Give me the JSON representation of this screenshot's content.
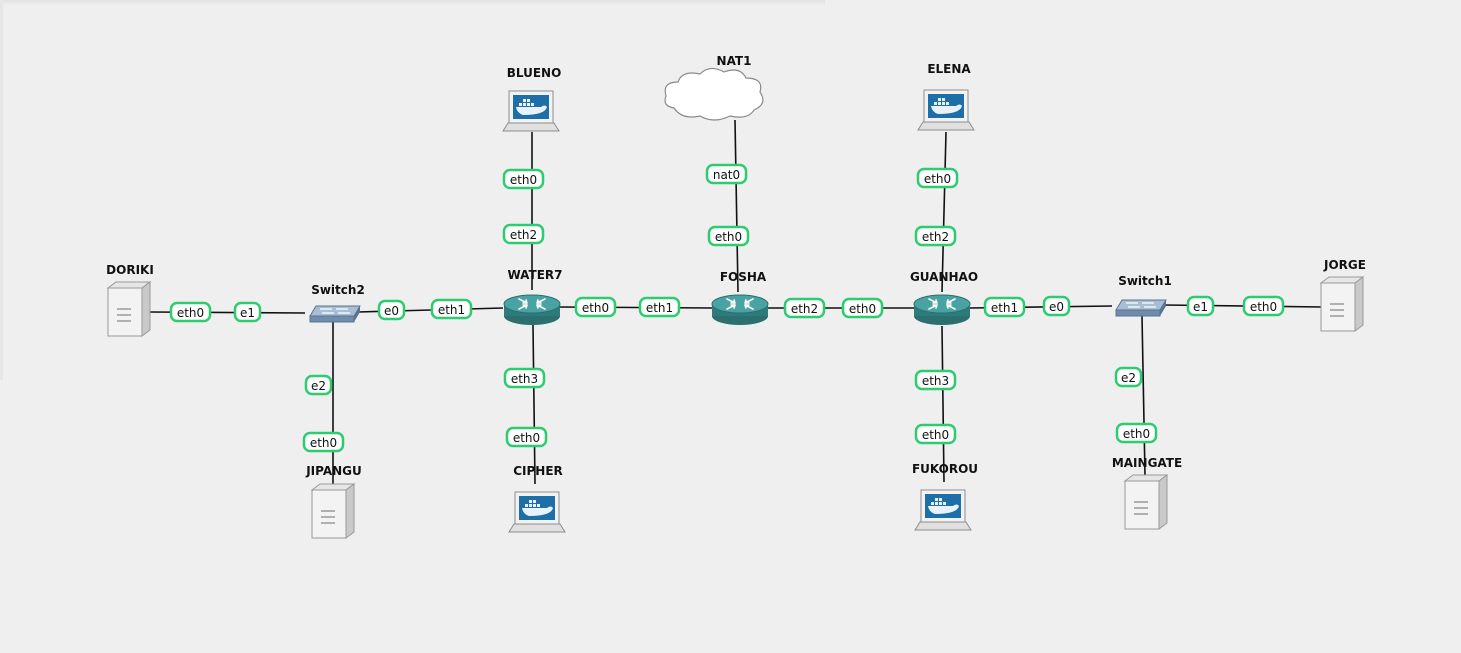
{
  "nodes": {
    "nat1": {
      "label": "NAT1",
      "type": "cloud"
    },
    "blueno": {
      "label": "BLUENO",
      "type": "docker-host"
    },
    "elena": {
      "label": "ELENA",
      "type": "docker-host"
    },
    "cipher": {
      "label": "CIPHER",
      "type": "docker-host"
    },
    "fukorou": {
      "label": "FUKOROU",
      "type": "docker-host"
    },
    "water7": {
      "label": "WATER7",
      "type": "router"
    },
    "fosha": {
      "label": "FOSHA",
      "type": "router"
    },
    "guanhao": {
      "label": "GUANHAO",
      "type": "router"
    },
    "switch2": {
      "label": "Switch2",
      "type": "switch"
    },
    "switch1": {
      "label": "Switch1",
      "type": "switch"
    },
    "doriki": {
      "label": "DORIKI",
      "type": "server"
    },
    "jipangu": {
      "label": "JIPANGU",
      "type": "server"
    },
    "jorge": {
      "label": "JORGE",
      "type": "server"
    },
    "maingate": {
      "label": "MAINGATE",
      "type": "server"
    }
  },
  "ports": {
    "doriki_eth0": "eth0",
    "switch2_e1": "e1",
    "switch2_e0": "e0",
    "water7_eth1": "eth1",
    "switch2_e2": "e2",
    "jipangu_eth0": "eth0",
    "blueno_eth0": "eth0",
    "water7_eth2": "eth2",
    "water7_eth0": "eth0",
    "fosha_eth1": "eth1",
    "water7_eth3": "eth3",
    "cipher_eth0": "eth0",
    "nat1_nat0": "nat0",
    "fosha_eth0": "eth0",
    "fosha_eth2": "eth2",
    "guanhao_eth0": "eth0",
    "elena_eth0": "eth0",
    "guanhao_eth2": "eth2",
    "guanhao_eth1": "eth1",
    "switch1_e0": "e0",
    "guanhao_eth3": "eth3",
    "fukorou_eth0": "eth0",
    "switch1_e1": "e1",
    "jorge_eth0": "eth0",
    "switch1_e2": "e2",
    "maingate_eth0": "eth0"
  },
  "links": [
    {
      "from": "DORIKI",
      "from_port": "eth0",
      "to": "Switch2",
      "to_port": "e1"
    },
    {
      "from": "Switch2",
      "from_port": "e0",
      "to": "WATER7",
      "to_port": "eth1"
    },
    {
      "from": "Switch2",
      "from_port": "e2",
      "to": "JIPANGU",
      "to_port": "eth0"
    },
    {
      "from": "BLUENO",
      "from_port": "eth0",
      "to": "WATER7",
      "to_port": "eth2"
    },
    {
      "from": "WATER7",
      "from_port": "eth0",
      "to": "FOSHA",
      "to_port": "eth1"
    },
    {
      "from": "WATER7",
      "from_port": "eth3",
      "to": "CIPHER",
      "to_port": "eth0"
    },
    {
      "from": "NAT1",
      "from_port": "nat0",
      "to": "FOSHA",
      "to_port": "eth0"
    },
    {
      "from": "FOSHA",
      "from_port": "eth2",
      "to": "GUANHAO",
      "to_port": "eth0"
    },
    {
      "from": "ELENA",
      "from_port": "eth0",
      "to": "GUANHAO",
      "to_port": "eth2"
    },
    {
      "from": "GUANHAO",
      "from_port": "eth1",
      "to": "Switch1",
      "to_port": "e0"
    },
    {
      "from": "GUANHAO",
      "from_port": "eth3",
      "to": "FUKOROU",
      "to_port": "eth0"
    },
    {
      "from": "Switch1",
      "from_port": "e1",
      "to": "JORGE",
      "to_port": "eth0"
    },
    {
      "from": "Switch1",
      "from_port": "e2",
      "to": "MAINGATE",
      "to_port": "eth0"
    }
  ],
  "colors": {
    "background": "#efefef",
    "port_border": "#2ecc71",
    "router": "#3a8c8c",
    "switch": "#8fa9c4",
    "link": "#111111"
  }
}
